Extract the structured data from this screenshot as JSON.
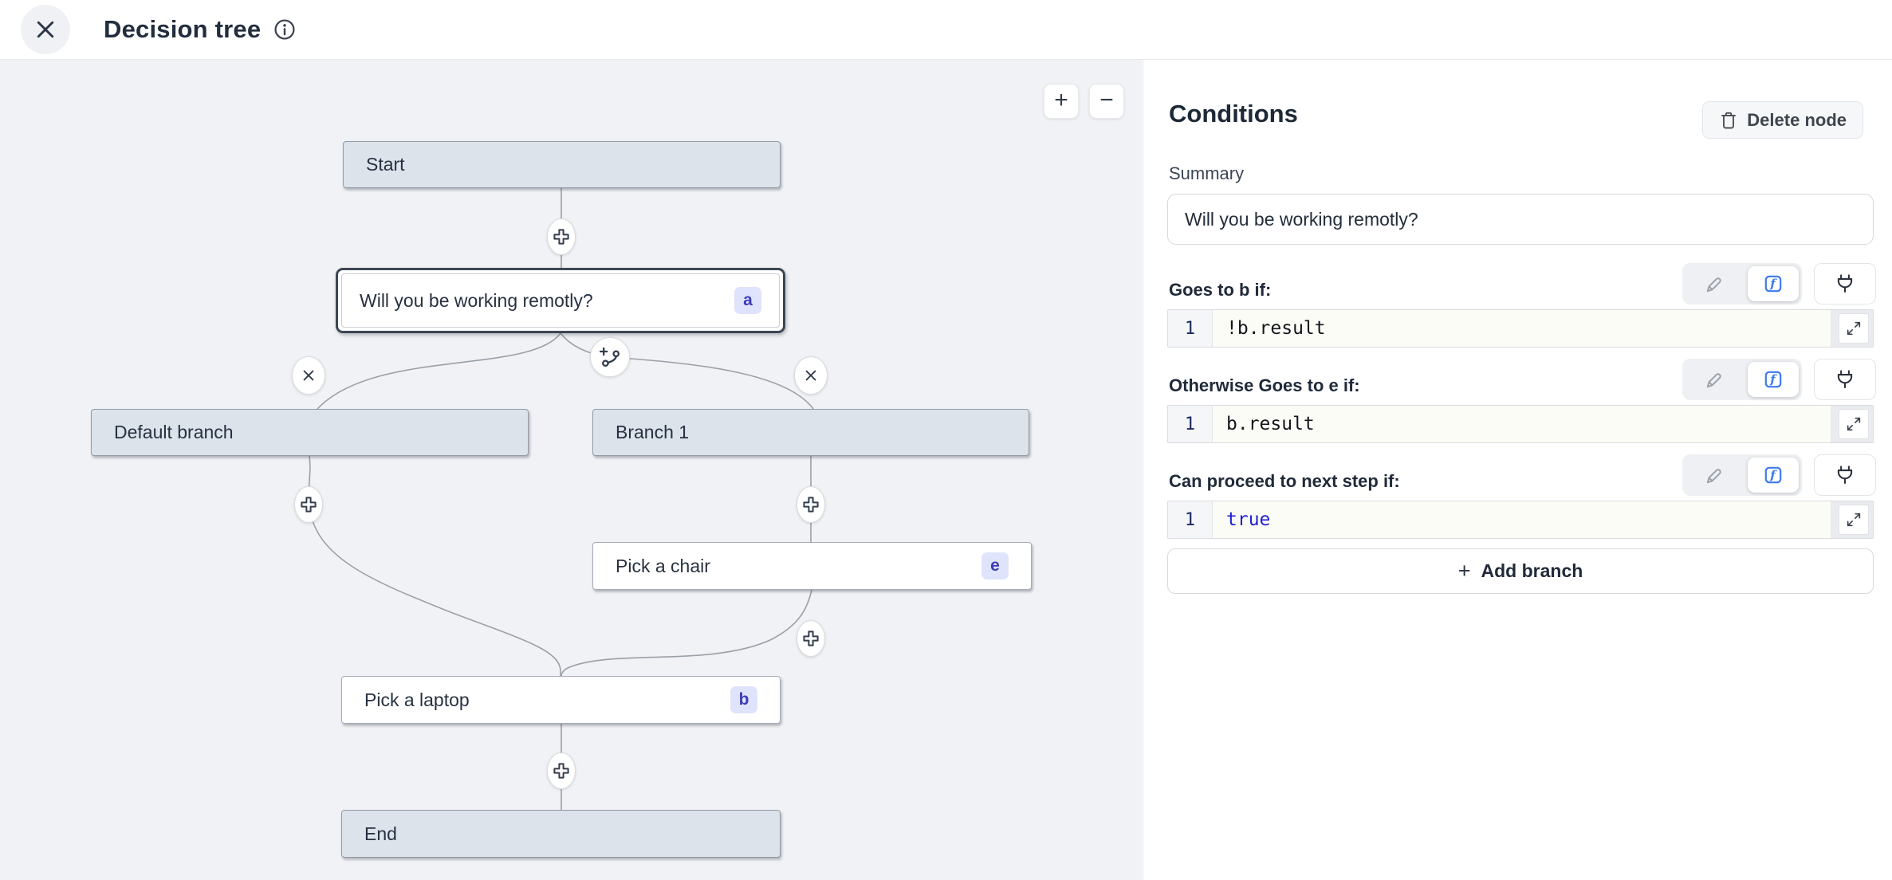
{
  "header": {
    "title": "Decision tree"
  },
  "canvas": {
    "zoom_in_label": "+",
    "zoom_out_label": "−",
    "nodes": {
      "start": {
        "label": "Start"
      },
      "question": {
        "label": "Will you be working remotly?",
        "badge": "a"
      },
      "default_branch": {
        "label": "Default branch"
      },
      "branch_1": {
        "label": "Branch 1"
      },
      "pick_chair": {
        "label": "Pick a chair",
        "badge": "e"
      },
      "pick_laptop": {
        "label": "Pick a laptop",
        "badge": "b"
      },
      "end": {
        "label": "End"
      }
    }
  },
  "panel": {
    "title": "Conditions",
    "delete_button_label": "Delete node",
    "summary_label": "Summary",
    "summary_value": "Will you be working remotly?",
    "sections": [
      {
        "label": "Goes to b if:",
        "line_number": "1",
        "code": "!b.result"
      },
      {
        "label": "Otherwise Goes to e if:",
        "line_number": "1",
        "code": "b.result"
      },
      {
        "label": "Can proceed to next step if:",
        "line_number": "1",
        "code": "true"
      }
    ],
    "add_branch_label": "Add branch"
  },
  "icons": {
    "close": "✕",
    "info": "ⓘ",
    "zoom_in": "+",
    "zoom_out": "−",
    "add_node": "✚",
    "add_branch_node": "⑂",
    "remove_branch": "✕",
    "trash": "🗑",
    "pencil": "✎",
    "function": "ƒ",
    "plug": "⎆",
    "expand": "⤢"
  },
  "colors": {
    "canvas_bg": "#f1f2f5",
    "node_gray": "#dce3eb",
    "selected_border": "#3d4654",
    "badge_bg": "#dfe3fc",
    "badge_text": "#3d3db5",
    "accent_blue": "#3c79f2",
    "keyword_blue": "#2121d6",
    "line_number_blue": "#1c2a60",
    "edge_gray": "#9aa0a8"
  }
}
